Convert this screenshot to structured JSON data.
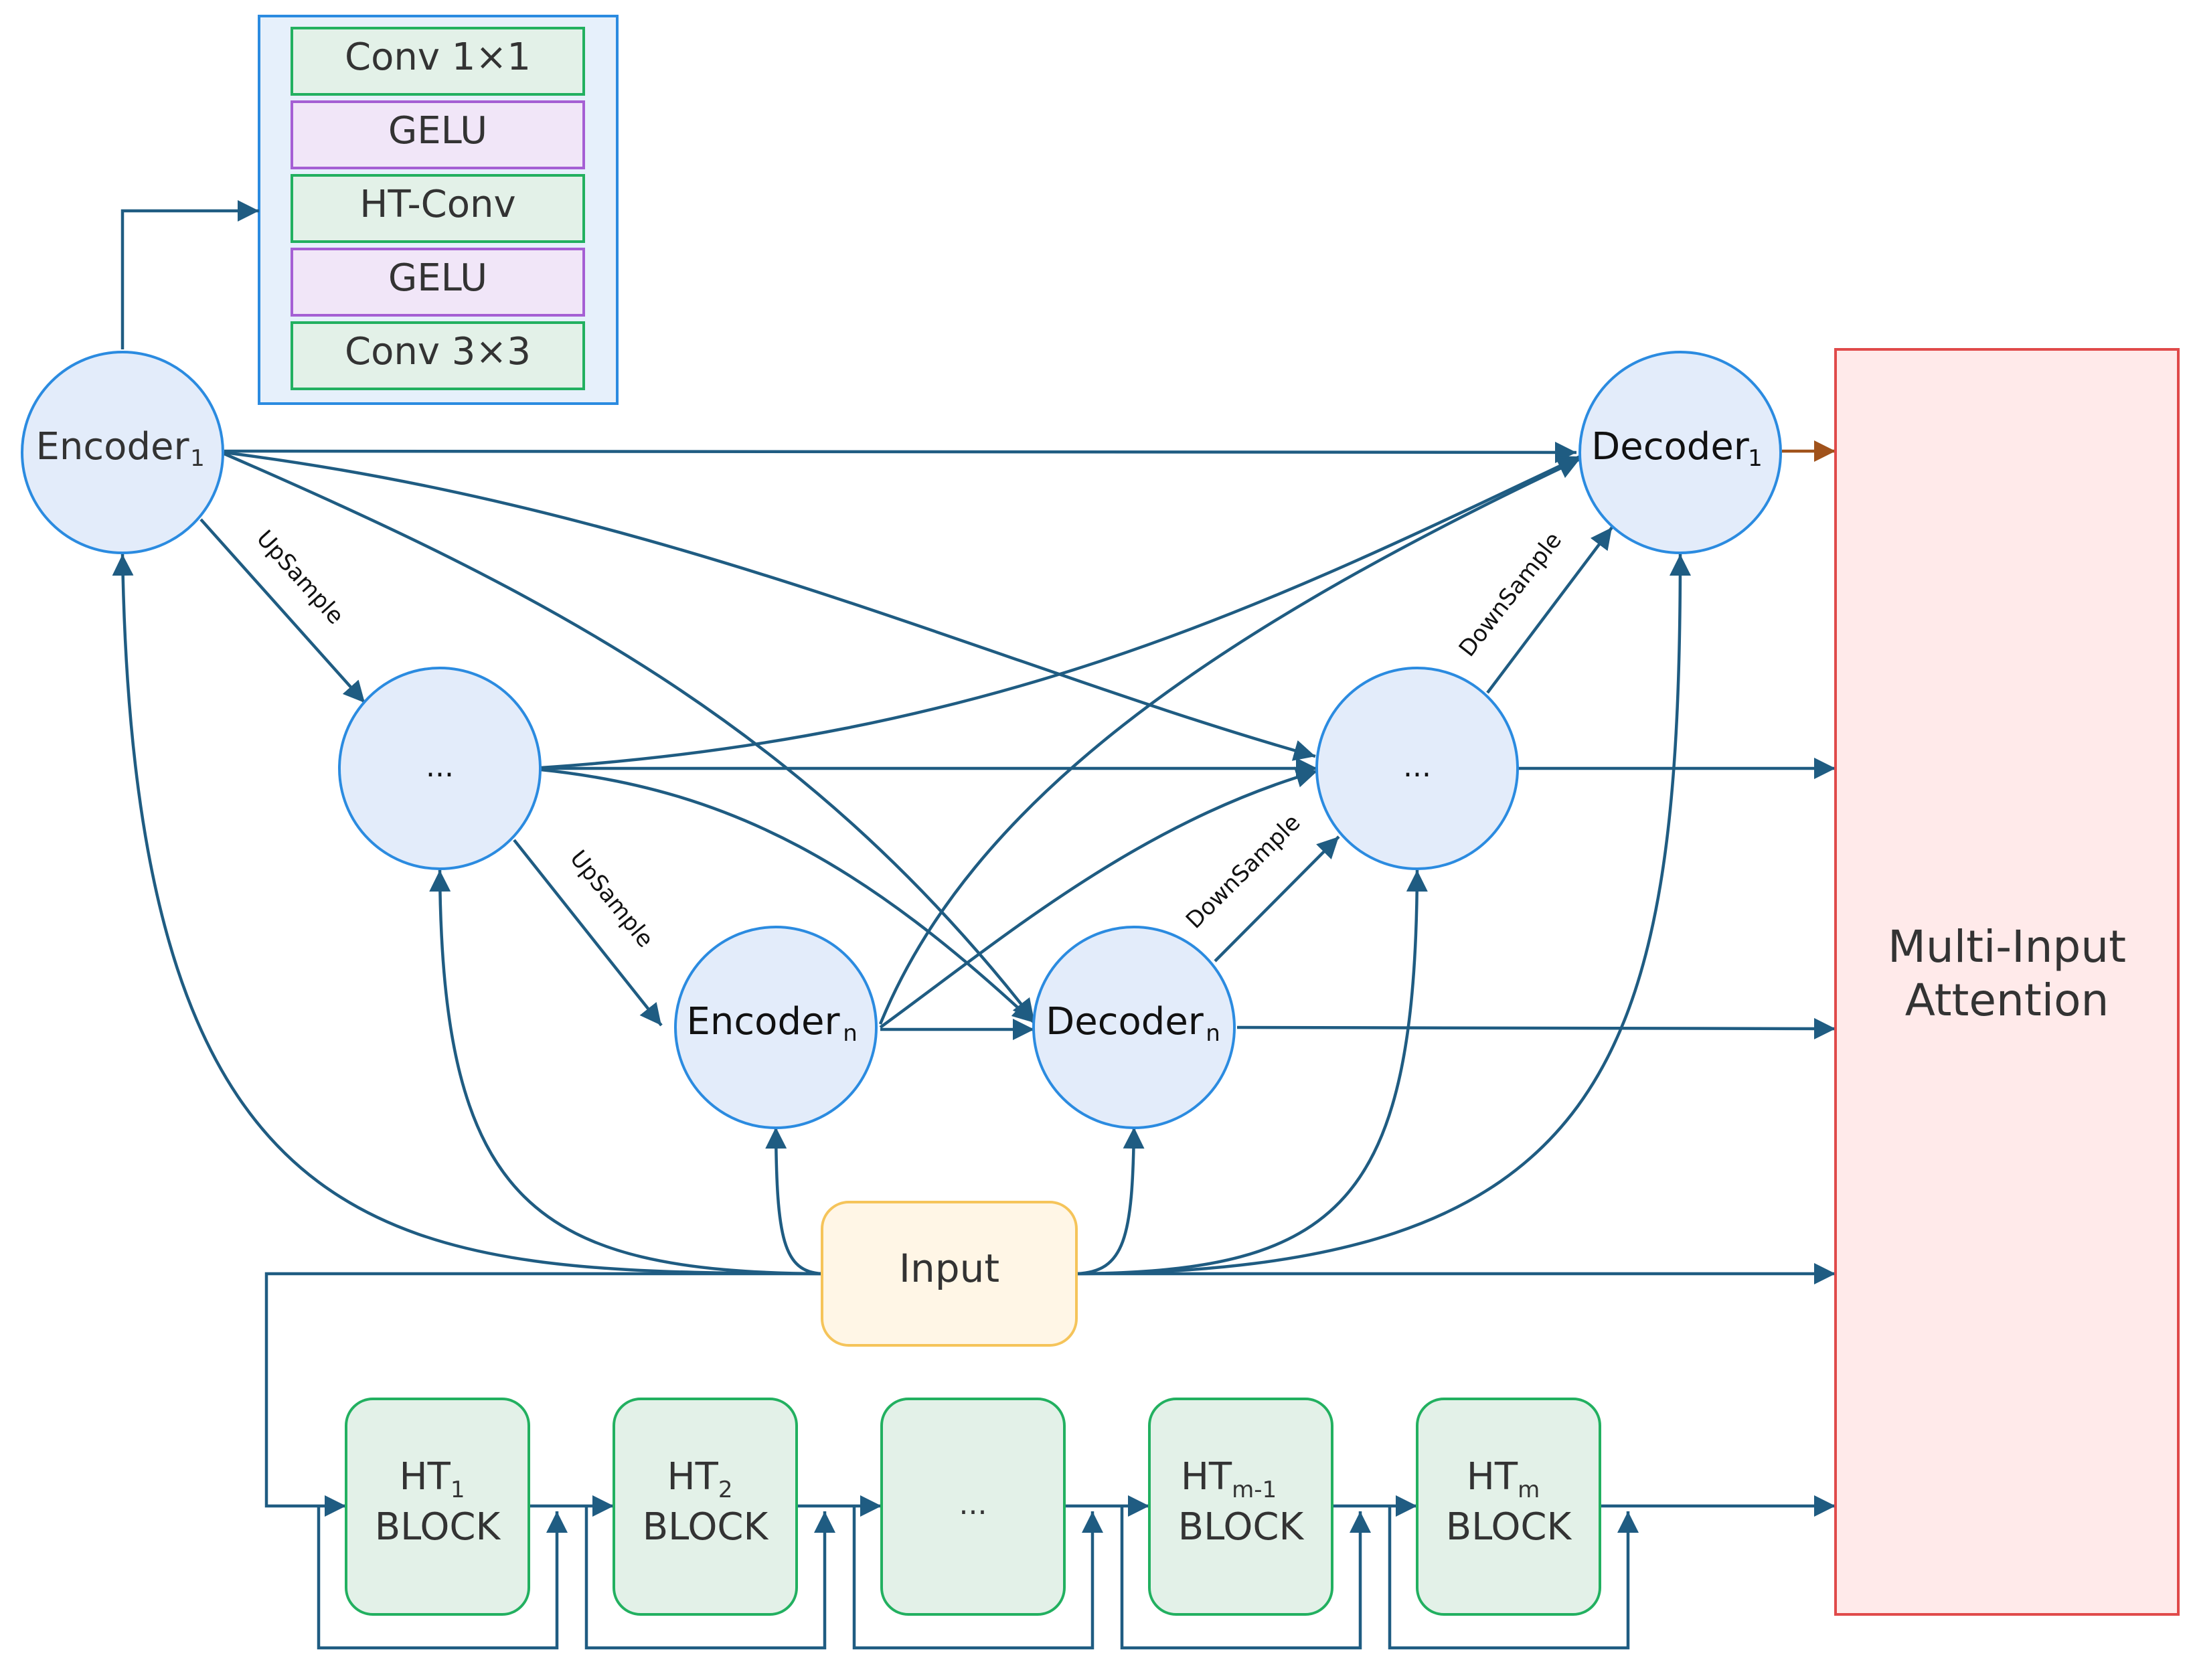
{
  "legend_box": {
    "layers": [
      "Conv 1×1",
      "GELU",
      "HT-Conv",
      "GELU",
      "Conv 3×3"
    ]
  },
  "nodes": {
    "encoder_1": {
      "label": "Encoder",
      "sub": "1"
    },
    "encoder_mid": {
      "label": "..."
    },
    "encoder_n": {
      "label": "Encoder",
      "sub": "n"
    },
    "decoder_n": {
      "label": "Decoder",
      "sub": "n"
    },
    "decoder_mid": {
      "label": "..."
    },
    "decoder_1": {
      "label": "Decoder",
      "sub": "1"
    }
  },
  "input_box": {
    "label": "Input"
  },
  "attention_box": {
    "line1": "Multi-Input",
    "line2": "Attention"
  },
  "edge_labels": {
    "upsample": "UpSample",
    "downsample": "DownSample"
  },
  "ht_blocks": [
    {
      "name": "HT",
      "sub": "1",
      "line2": "BLOCK"
    },
    {
      "name": "HT",
      "sub": "2",
      "line2": "BLOCK"
    },
    {
      "name": "...",
      "sub": "",
      "line2": ""
    },
    {
      "name": "HT",
      "sub": "m-1",
      "line2": "BLOCK"
    },
    {
      "name": "HT",
      "sub": "m",
      "line2": "BLOCK"
    }
  ],
  "colors": {
    "edge": "#1f5c82",
    "output_edge": "#a0521b",
    "node_fill": "#e3ecfa",
    "node_stroke": "#2b8be0",
    "conv_fill": "#e3f1e8",
    "conv_stroke": "#22b060",
    "gelu_fill": "#f1e6f8",
    "gelu_stroke": "#a55fd4",
    "input_fill": "#fff6e6",
    "input_stroke": "#f5c45a",
    "attention_fill": "#ffeaea",
    "attention_stroke": "#e04a4a",
    "legend_fill": "#e6f0fb",
    "legend_stroke": "#2b8be0"
  }
}
